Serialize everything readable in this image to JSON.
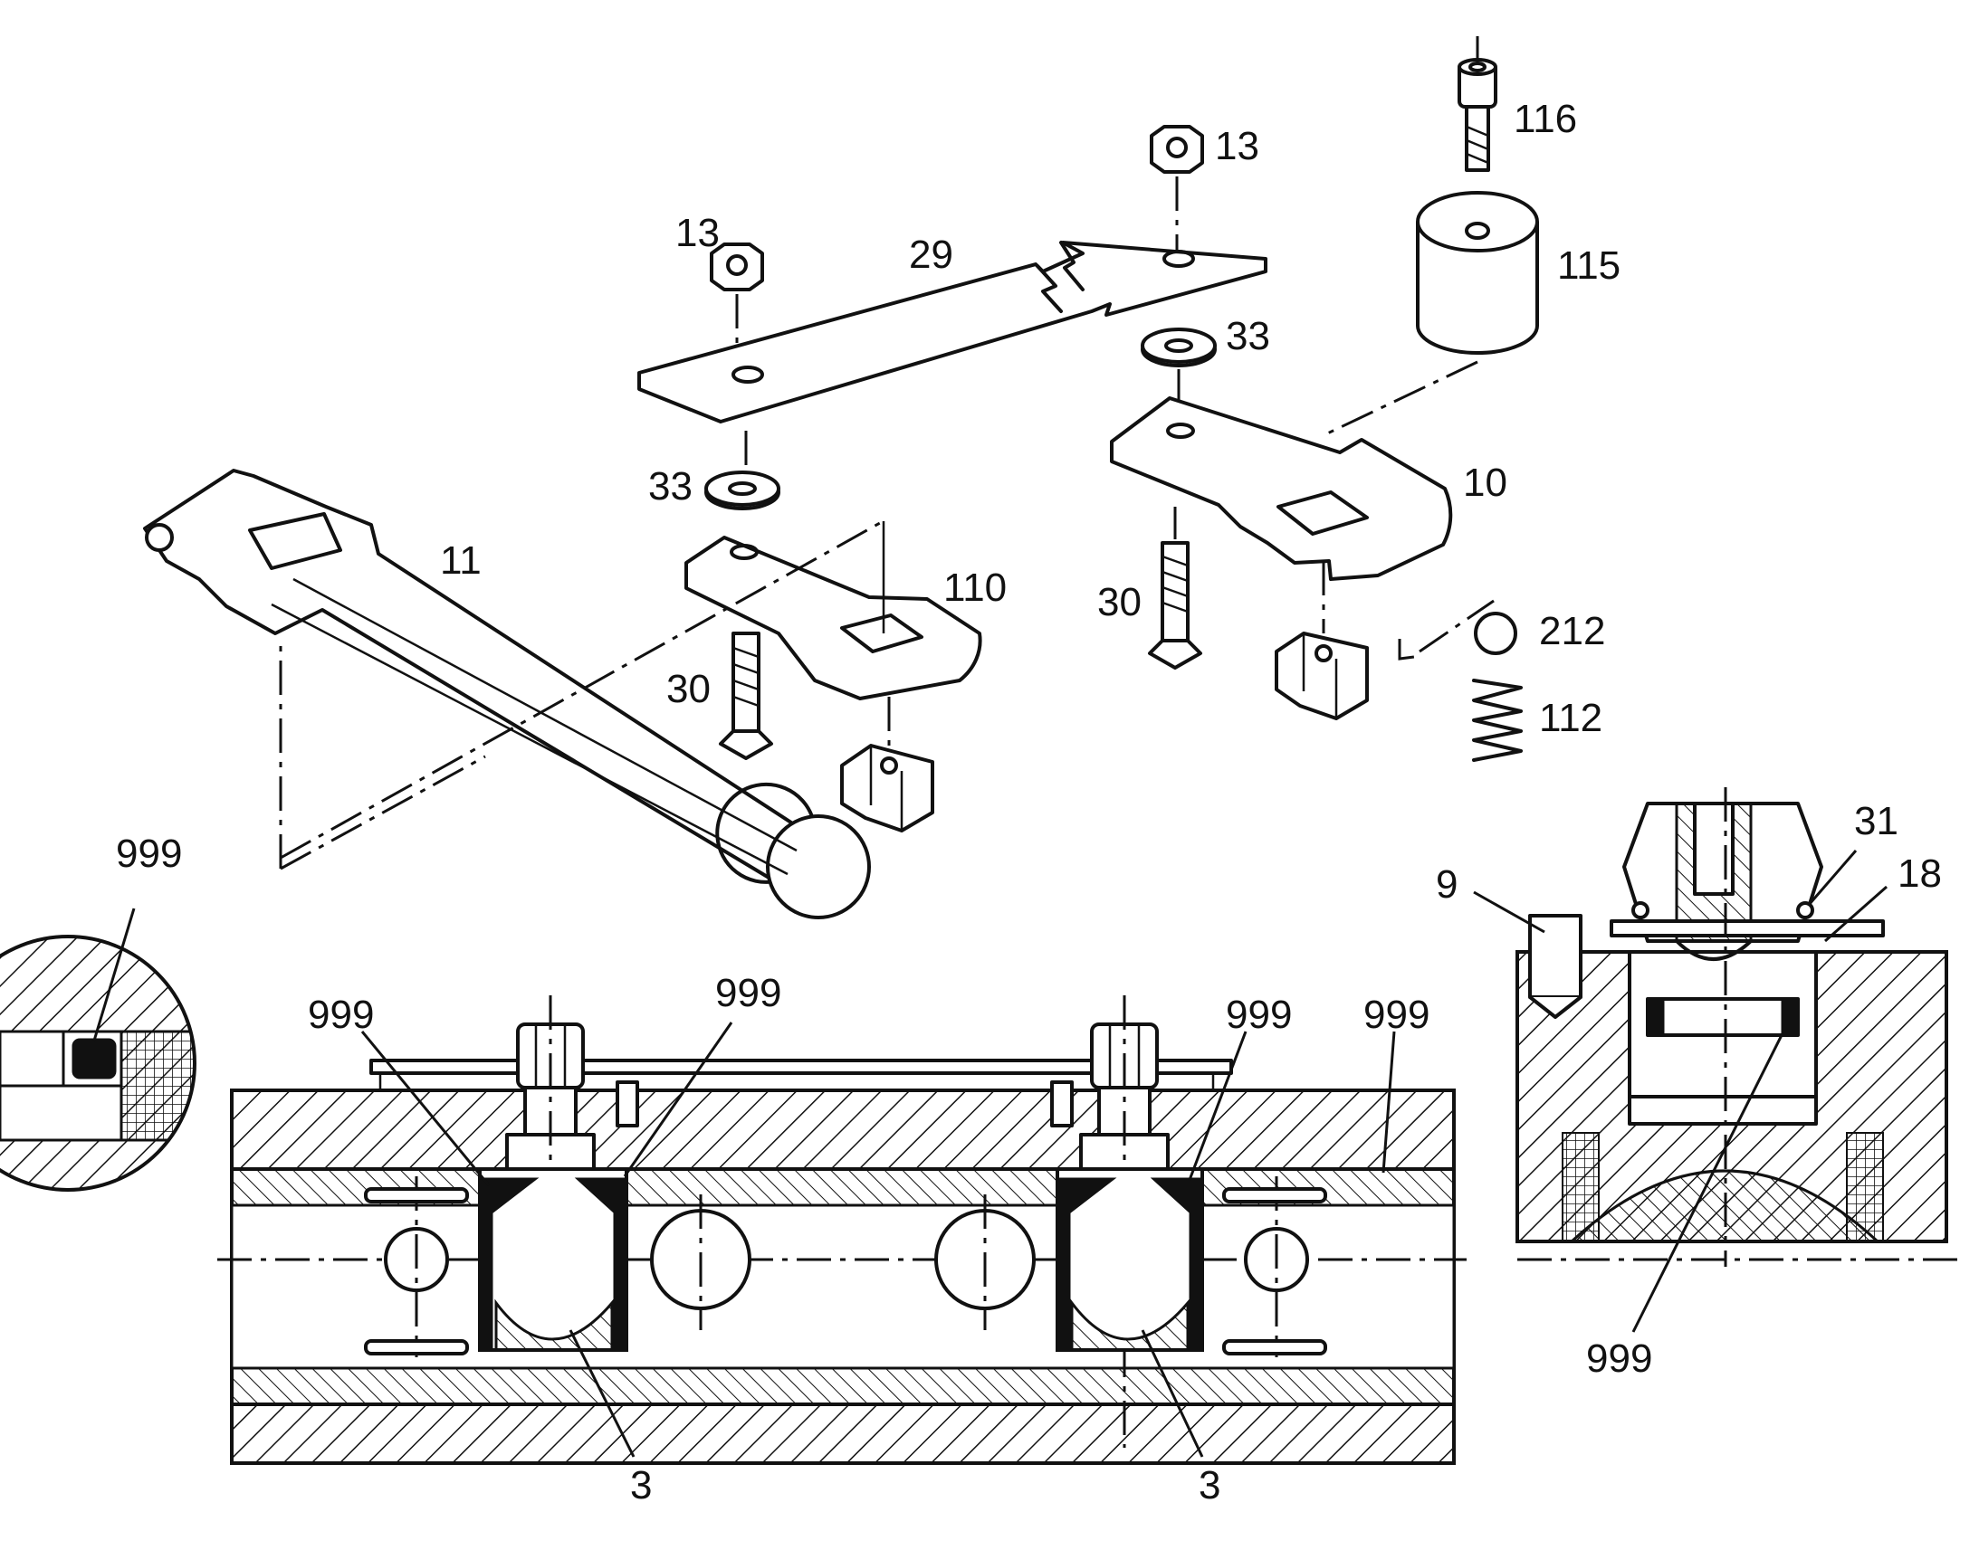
{
  "callouts": [
    {
      "id": "c-116",
      "text": "116"
    },
    {
      "id": "c-13a",
      "text": "13"
    },
    {
      "id": "c-13b",
      "text": "13"
    },
    {
      "id": "c-29",
      "text": "29"
    },
    {
      "id": "c-115",
      "text": "115"
    },
    {
      "id": "c-33a",
      "text": "33"
    },
    {
      "id": "c-33b",
      "text": "33"
    },
    {
      "id": "c-10",
      "text": "10"
    },
    {
      "id": "c-11",
      "text": "11"
    },
    {
      "id": "c-110",
      "text": "110"
    },
    {
      "id": "c-30a",
      "text": "30"
    },
    {
      "id": "c-30b",
      "text": "30"
    },
    {
      "id": "c-212",
      "text": "212"
    },
    {
      "id": "c-112",
      "text": "112"
    },
    {
      "id": "c-999a",
      "text": "999"
    },
    {
      "id": "c-999b",
      "text": "999"
    },
    {
      "id": "c-999c",
      "text": "999"
    },
    {
      "id": "c-999d",
      "text": "999"
    },
    {
      "id": "c-999e",
      "text": "999"
    },
    {
      "id": "c-999f",
      "text": "999"
    },
    {
      "id": "c-9",
      "text": "9"
    },
    {
      "id": "c-31",
      "text": "31"
    },
    {
      "id": "c-18",
      "text": "18"
    },
    {
      "id": "c-3a",
      "text": "3"
    },
    {
      "id": "c-3b",
      "text": "3"
    }
  ]
}
